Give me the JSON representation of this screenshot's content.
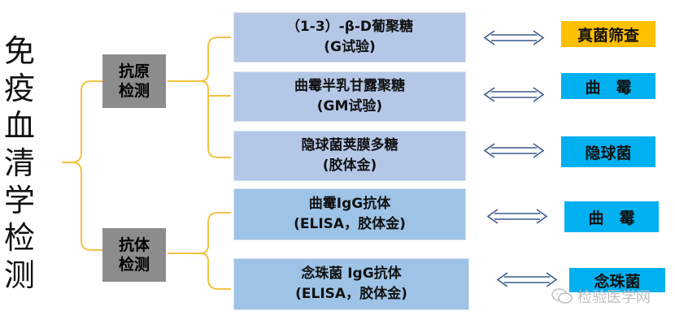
{
  "root": {
    "label": "免疫血清学检测"
  },
  "categories": [
    {
      "label": "抗原\n检测"
    },
    {
      "label": "抗体\n检测"
    }
  ],
  "items": [
    {
      "label": "（1-3）-β-D葡聚糖\n(G试验)",
      "result": "真菌筛查",
      "fill": "#b4c7e7",
      "result_fill": "#ffc000"
    },
    {
      "label": "曲霉半乳甘露聚糖\n(GM试验)",
      "result": "曲　霉",
      "fill": "#b4c7e7",
      "result_fill": "#00b0f0"
    },
    {
      "label": "隐球菌荚膜多糖\n(胶体金)",
      "result": "隐球菌",
      "fill": "#b4c7e7",
      "result_fill": "#00b0f0"
    },
    {
      "label": "曲霉IgG抗体\n(ELISA，胶体金)",
      "result": "曲　霉",
      "fill": "#9dc3e6",
      "result_fill": "#00b0f0"
    },
    {
      "label": "念珠菌 IgG抗体\n(ELISA，胶体金)",
      "result": "念珠菌",
      "fill": "#9dc3e6",
      "result_fill": "#00b0f0"
    }
  ],
  "watermark": {
    "text": "检验医学网",
    "icon": "wechat-icon"
  },
  "colors": {
    "bracket": "#f5c242",
    "arrow": "#3a5a8c",
    "category_fill": "#8c8c8c"
  }
}
